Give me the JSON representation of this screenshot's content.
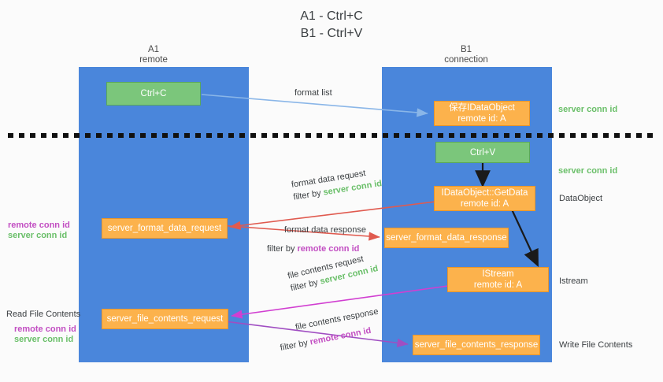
{
  "title": {
    "line1": "A1 - Ctrl+C",
    "line2": "B1 - Ctrl+V"
  },
  "lanes": [
    {
      "id": "a1",
      "name": "A1",
      "sub": "remote"
    },
    {
      "id": "b1",
      "name": "B1",
      "sub": "connection"
    }
  ],
  "boxes": {
    "ctrl_c": {
      "label": "Ctrl+C"
    },
    "save_dataobject": {
      "line1": "保存IDataObject",
      "line2": "remote id: A"
    },
    "ctrl_v": {
      "label": "Ctrl+V"
    },
    "getdata": {
      "line1": "IDataObject::GetData",
      "line2": "remote id: A"
    },
    "format_data_request": {
      "label": "server_format_data_request"
    },
    "format_data_response": {
      "label": "server_format_data_response"
    },
    "istream": {
      "line1": "IStream",
      "line2": "remote id: A"
    },
    "file_contents_request": {
      "label": "server_file_contents_request"
    },
    "file_contents_response": {
      "label": "server_file_contents_response"
    }
  },
  "edge_labels": {
    "format_list": "format list",
    "format_data_request": {
      "line1": "format data request",
      "filter_prefix": "filter by ",
      "filter_value": "server conn id"
    },
    "format_data_response": {
      "line1": "format data response",
      "filter_prefix": "filter by ",
      "filter_value": "remote conn id"
    },
    "file_contents_request": {
      "line1": "file contents request",
      "filter_prefix": "filter by ",
      "filter_value": "server conn id"
    },
    "file_contents_response": {
      "line1": "file contents response",
      "filter_prefix": "filter by ",
      "filter_value": "remote conn id"
    }
  },
  "right_labels": {
    "server_conn_id_top": "server conn id",
    "server_conn_id_mid": "server conn id",
    "dataobject": "DataObject",
    "istream": "Istream",
    "write_file_contents": "Write File Contents"
  },
  "left_labels": {
    "remote_conn_id_1": "remote conn id",
    "server_conn_id_1": "server conn id",
    "read_file_contents": "Read File Contents",
    "remote_conn_id_2": "remote conn id",
    "server_conn_id_2": "server conn id"
  },
  "colors": {
    "lane": "#4a86db",
    "green_box": "#7bc67b",
    "orange_box": "#fcb24c",
    "server_conn_id": "#6abf69",
    "remote_conn_id": "#c24ec2",
    "arrow_blue": "#8ab6e8",
    "arrow_red": "#e05a4f",
    "arrow_magenta": "#d13fd1",
    "arrow_purple": "#a04ec2",
    "arrow_black": "#1a1a1a",
    "divider": "#111111",
    "background": "#fbfbfb"
  }
}
